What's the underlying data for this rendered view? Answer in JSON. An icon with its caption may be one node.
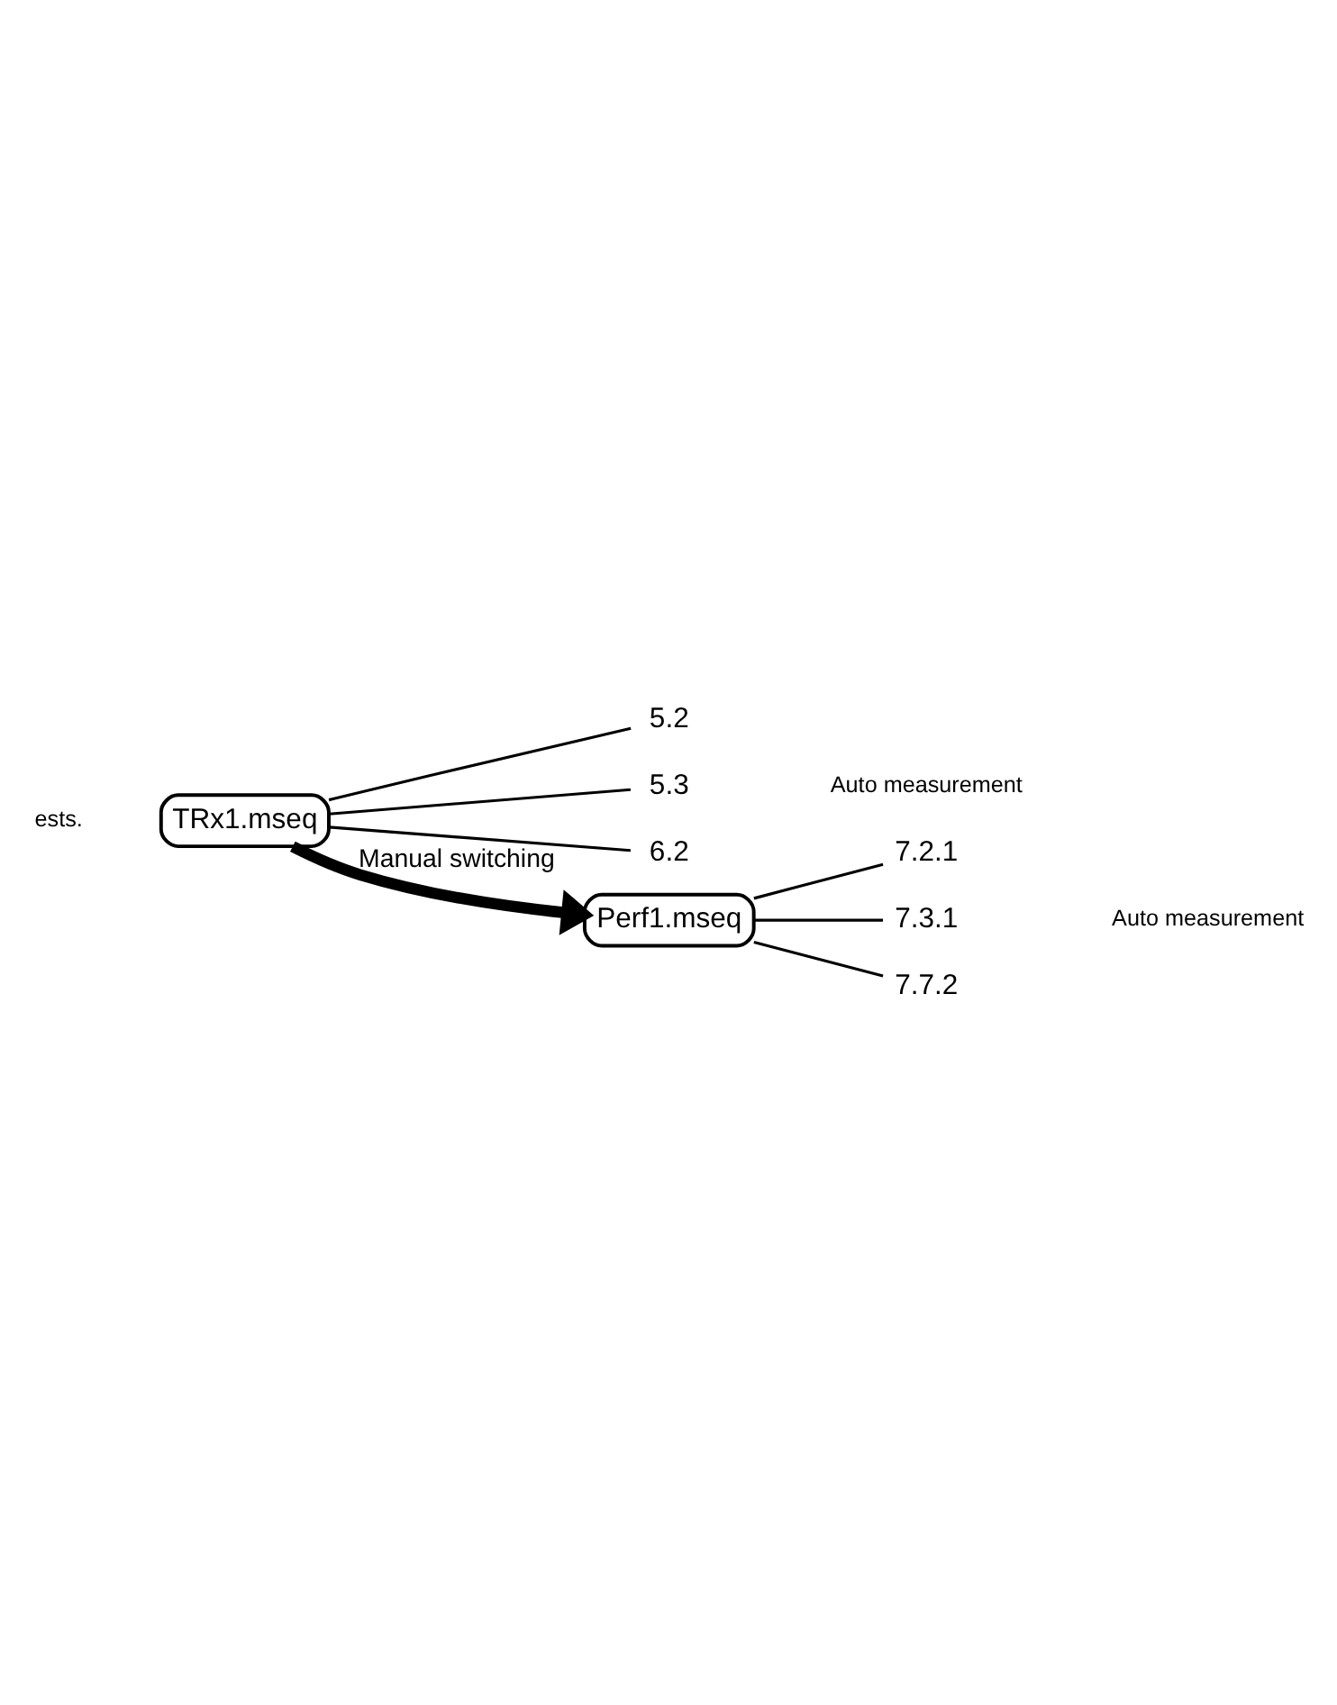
{
  "diagram": {
    "nodes": [
      {
        "text": [
          "TRx1.mseq"
        ]
      },
      {
        "text": [
          "5.2"
        ]
      },
      {
        "text": [
          "5.3"
        ]
      },
      {
        "text": [
          "6.2"
        ]
      },
      {
        "text": [
          "Perf1.mseq"
        ]
      },
      {
        "text": [
          "7.2.1"
        ]
      },
      {
        "text": [
          "7.3.1"
        ]
      },
      {
        "text": [
          "7.7.2"
        ]
      }
    ],
    "edges": [
      {
        "from": 0,
        "to": 1,
        "arrow": "none"
      },
      {
        "from": 0,
        "to": 2,
        "arrow": "none"
      },
      {
        "from": 0,
        "to": 3,
        "arrow": "none"
      },
      {
        "from": 0,
        "to": 4,
        "arrow": "to",
        "label": "Manual switching",
        "style": "thick"
      },
      {
        "from": 4,
        "to": 5,
        "arrow": "none"
      },
      {
        "from": 4,
        "to": 6,
        "arrow": "none"
      },
      {
        "from": 4,
        "to": 7,
        "arrow": "none"
      }
    ],
    "labels": [
      "Auto measurement",
      "ests.",
      "Auto measurement"
    ]
  }
}
